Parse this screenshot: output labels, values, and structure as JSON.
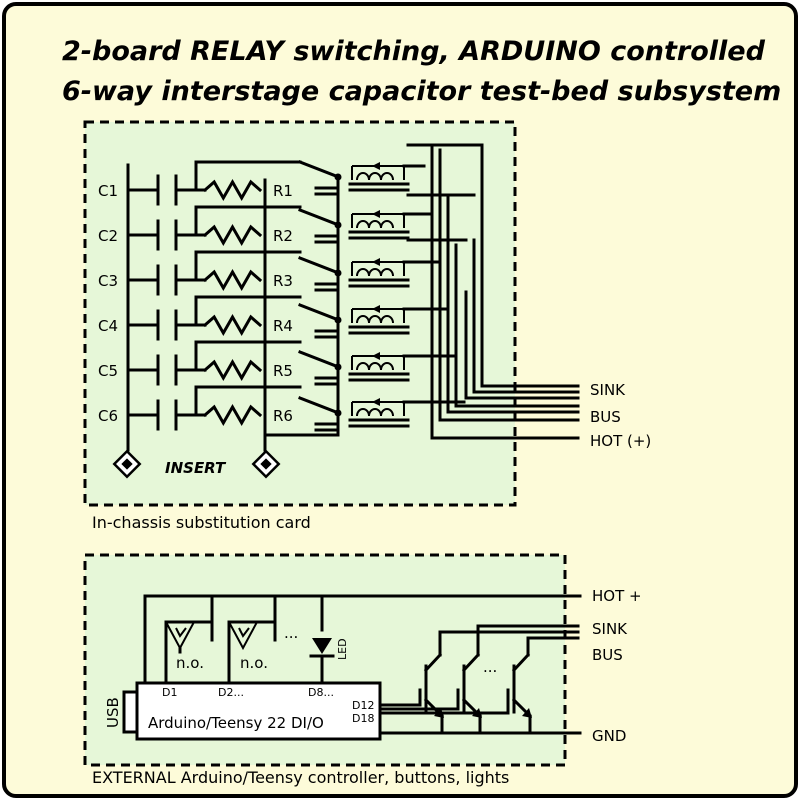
{
  "title": {
    "line1": "2-board RELAY switching, ARDUINO controlled",
    "line2": "6-way interstage capacitor test-bed subsystem"
  },
  "upper_card": {
    "caption": "In-chassis substitution card",
    "capacitors": [
      "C1",
      "C2",
      "C3",
      "C4",
      "C5",
      "C6"
    ],
    "resistors": [
      "R1",
      "R2",
      "R3",
      "R4",
      "R5",
      "R6"
    ],
    "insert_label": "INSERT",
    "outputs": [
      "SINK",
      "BUS",
      "HOT (+)"
    ]
  },
  "lower_card": {
    "caption": "EXTERNAL Arduino/Teensy controller, buttons, lights",
    "usb_label": "USB",
    "mcu_label": "Arduino/Teensy 22 DI/O",
    "pins": [
      "D1",
      "D2...",
      "D8...",
      "D12",
      "D18"
    ],
    "button_label": "n.o.",
    "ellipsis": "...",
    "led_label": "LED",
    "rails": [
      "HOT +",
      "SINK",
      "BUS",
      "GND"
    ]
  },
  "colors": {
    "background": "#fdfbd9",
    "card_fill": "#e6f7d8",
    "border": "#000000"
  }
}
